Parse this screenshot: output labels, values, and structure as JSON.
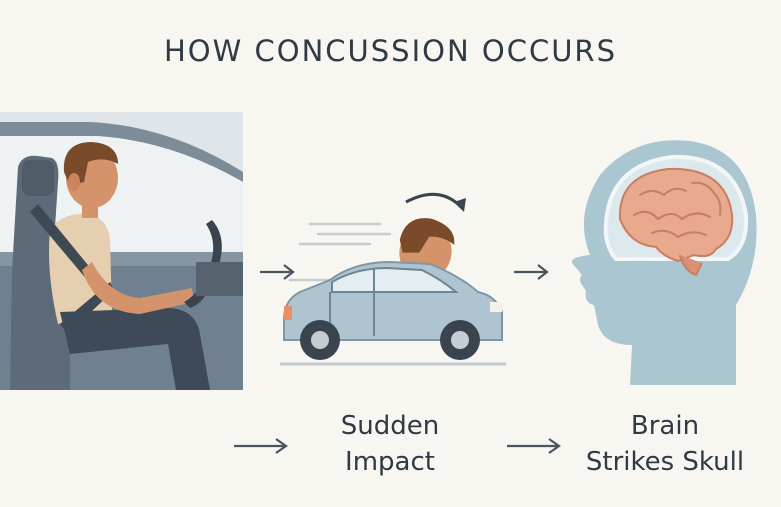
{
  "title": "HOW CONCUSSION OCCURS",
  "steps": [
    {
      "caption": ""
    },
    {
      "caption": "Sudden\nImpact"
    },
    {
      "caption": "Brain\nStrikes Skull"
    }
  ],
  "icons": {
    "step_arrow": "right-arrow-icon",
    "motion_arrow": "curved-arrow-icon"
  },
  "colors": {
    "background": "#f8f6f0",
    "text": "#2f3a45",
    "car_body": "#aec4d0",
    "head_silhouette": "#a9c6d1",
    "brain": "#e9a98c",
    "skin": "#d4936a",
    "hair": "#7a4a2a",
    "shirt": "#e6cfb0",
    "seat": "#5d6b78"
  }
}
